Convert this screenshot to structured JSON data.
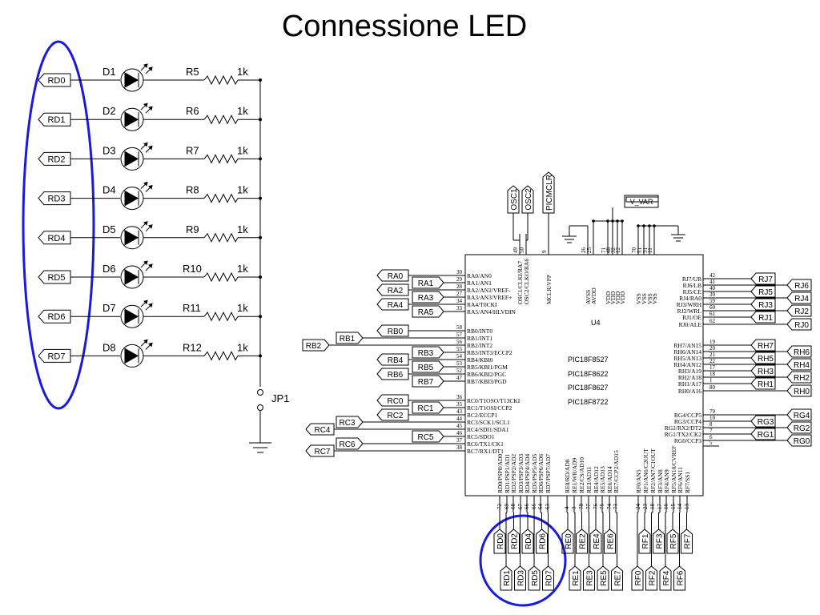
{
  "title": "Connessione LED",
  "led_rows": [
    {
      "port": "RD0",
      "diode": "D1",
      "resistor": "R5",
      "value": "1k"
    },
    {
      "port": "RD1",
      "diode": "D2",
      "resistor": "R6",
      "value": "1k"
    },
    {
      "port": "RD2",
      "diode": "D3",
      "resistor": "R7",
      "value": "1k"
    },
    {
      "port": "RD3",
      "diode": "D4",
      "resistor": "R8",
      "value": "1k"
    },
    {
      "port": "RD4",
      "diode": "D5",
      "resistor": "R9",
      "value": "1k"
    },
    {
      "port": "RD5",
      "diode": "D6",
      "resistor": "R10",
      "value": "1k"
    },
    {
      "port": "RD6",
      "diode": "D7",
      "resistor": "R11",
      "value": "1k"
    },
    {
      "port": "RD7",
      "diode": "D8",
      "resistor": "R12",
      "value": "1k"
    }
  ],
  "jumper": "JP1",
  "chip": {
    "ref": "U4",
    "parts": [
      "PIC18F8527",
      "PIC18F8622",
      "PIC18F8627",
      "PIC18F8722"
    ],
    "top_nets": [
      "OSC1",
      "OSC2",
      "PICMCLR",
      "V_VAR"
    ],
    "top_pins": [
      {
        "n": "49",
        "name": "OSC1/CLKI/RA7"
      },
      {
        "n": "50",
        "name": "OSC2/CLKO/RA6"
      },
      {
        "n": "9",
        "name": "MCLR/VPP"
      },
      {
        "n": "26",
        "name": "AVSS"
      },
      {
        "n": "25",
        "name": "AVDD"
      },
      {
        "n": "71",
        "name": "VDD"
      },
      {
        "n": "48",
        "name": "VDD"
      },
      {
        "n": "32",
        "name": "VDD"
      },
      {
        "n": "12",
        "name": "VDD"
      },
      {
        "n": "70",
        "name": "VSS"
      },
      {
        "n": "51",
        "name": "VSS"
      },
      {
        "n": "31",
        "name": "VSS"
      },
      {
        "n": "11",
        "name": "VSS"
      }
    ],
    "left_pins": [
      {
        "n": "30",
        "name": "RA0/AN0",
        "net": "RA0"
      },
      {
        "n": "29",
        "name": "RA1/AN1",
        "net": "RA1"
      },
      {
        "n": "28",
        "name": "RA2/AN2/VREF-",
        "net": "RA2"
      },
      {
        "n": "27",
        "name": "RA3/AN3/VREF+",
        "net": "RA3"
      },
      {
        "n": "34",
        "name": "RA4/T0CKI",
        "net": "RA4"
      },
      {
        "n": "33",
        "name": "RA5/AN4/HLVDIN",
        "net": "RA5"
      },
      {
        "n": "58",
        "name": "RB0/INT0",
        "net": "RB0"
      },
      {
        "n": "57",
        "name": "RB1/INT1",
        "net": "RB1"
      },
      {
        "n": "56",
        "name": "RB2/INT2",
        "net": "RB2"
      },
      {
        "n": "55",
        "name": "RB3/INT3/ECCP2",
        "net": "RB3"
      },
      {
        "n": "54",
        "name": "RB4/KBI0",
        "net": "RB4"
      },
      {
        "n": "53",
        "name": "RB5/KBI1/PGM",
        "net": "RB5"
      },
      {
        "n": "52",
        "name": "RB6/KBI2/PGC",
        "net": "RB6"
      },
      {
        "n": "47",
        "name": "RB7/KBI3/PGD",
        "net": "RB7"
      },
      {
        "n": "36",
        "name": "RC0/T1OSO/T13CKI",
        "net": "RC0"
      },
      {
        "n": "35",
        "name": "RC1/T1OSI/CCP2",
        "net": "RC1"
      },
      {
        "n": "43",
        "name": "RC2/ECCP1",
        "net": "RC2"
      },
      {
        "n": "44",
        "name": "RC3/SCK1/SCL1",
        "net": "RC3"
      },
      {
        "n": "45",
        "name": "RC4/SDI1/SDA1",
        "net": "RC4"
      },
      {
        "n": "46",
        "name": "RC5/SDO1",
        "net": "RC5"
      },
      {
        "n": "37",
        "name": "RC6/TX1/CK1",
        "net": "RC6"
      },
      {
        "n": "38",
        "name": "RC7/RX1/DT1",
        "net": "RC7"
      }
    ],
    "right_pins": [
      {
        "n": "42",
        "name": "RJ7/UB",
        "net": "RJ7"
      },
      {
        "n": "41",
        "name": "RJ6/LB",
        "net": "RJ6"
      },
      {
        "n": "40",
        "name": "RJ5/CE",
        "net": "RJ5"
      },
      {
        "n": "39",
        "name": "RJ4/BA0",
        "net": "RJ4"
      },
      {
        "n": "59",
        "name": "RJ3/WRH",
        "net": "RJ3"
      },
      {
        "n": "60",
        "name": "RJ2/WRL",
        "net": "RJ2"
      },
      {
        "n": "61",
        "name": "RJ1/OE",
        "net": "RJ1"
      },
      {
        "n": "62",
        "name": "RJ0/ALE",
        "net": "RJ0"
      },
      {
        "n": "19",
        "name": "RH7/AN15",
        "net": "RH7"
      },
      {
        "n": "20",
        "name": "RH6/AN14",
        "net": "RH6"
      },
      {
        "n": "21",
        "name": "RH5/AN13",
        "net": "RH5"
      },
      {
        "n": "22",
        "name": "RH4/AN12",
        "net": "RH4"
      },
      {
        "n": "17",
        "name": "RH3/A19",
        "net": "RH3"
      },
      {
        "n": "18",
        "name": "RH2/A18",
        "net": "RH2"
      },
      {
        "n": "1",
        "name": "RH1/A17",
        "net": "RH1"
      },
      {
        "n": "80",
        "name": "RH0/A16",
        "net": "RH0"
      },
      {
        "n": "79",
        "name": "RG4/CCP5",
        "net": "RG4"
      },
      {
        "n": "10",
        "name": "RG3/CCP4",
        "net": "RG3"
      },
      {
        "n": "8",
        "name": "RG2/RX2/DT2",
        "net": "RG2"
      },
      {
        "n": "7",
        "name": "RG1/TX2/CK2",
        "net": "RG1"
      },
      {
        "n": "6",
        "name": "RG0/CCP3",
        "net": "RG0"
      },
      {
        "n": "5",
        "name": "",
        "net": ""
      }
    ],
    "bottom_pins": [
      {
        "n": "72",
        "name": "RD0/PSP0/AD0",
        "net": "RD0"
      },
      {
        "n": "69",
        "name": "RD1/PSP1/AD1",
        "net": "RD1"
      },
      {
        "n": "68",
        "name": "RD2/PSP2/AD2",
        "net": "RD2"
      },
      {
        "n": "67",
        "name": "RD3/PSP3/AD3",
        "net": "RD3"
      },
      {
        "n": "66",
        "name": "RD4/PSP4/AD4",
        "net": "RD4"
      },
      {
        "n": "65",
        "name": "RD5/PSP5/AD5",
        "net": "RD5"
      },
      {
        "n": "64",
        "name": "RD6/PSP6/AD6",
        "net": "RD6"
      },
      {
        "n": "63",
        "name": "RD7/PSP7/AD7",
        "net": "RD7"
      },
      {
        "n": "4",
        "name": "RE0/RD/AD8",
        "net": "RE0"
      },
      {
        "n": "3",
        "name": "RE1/WR/AD9",
        "net": "RE1"
      },
      {
        "n": "78",
        "name": "RE2/CS/AD10",
        "net": "RE2"
      },
      {
        "n": "77",
        "name": "RE3/AD11",
        "net": "RE3"
      },
      {
        "n": "76",
        "name": "RE4/AD12",
        "net": "RE4"
      },
      {
        "n": "75",
        "name": "RE5/AD13",
        "net": "RE5"
      },
      {
        "n": "74",
        "name": "RE6/AD14",
        "net": "RE6"
      },
      {
        "n": "73",
        "name": "RE7/CCP2/AD15",
        "net": "RE7"
      },
      {
        "n": "24",
        "name": "RF0/AN5",
        "net": "RF0"
      },
      {
        "n": "23",
        "name": "RF1/AN6/C2OUT",
        "net": "RF1"
      },
      {
        "n": "18",
        "name": "RF2/AN7/C1OUT",
        "net": "RF2"
      },
      {
        "n": "17",
        "name": "RF3/AN8",
        "net": "RF3"
      },
      {
        "n": "16",
        "name": "RF4/AN9",
        "net": "RF4"
      },
      {
        "n": "15",
        "name": "RF5/AN10/CVREF",
        "net": "RF5"
      },
      {
        "n": "14",
        "name": "RF6/AN11",
        "net": "RF6"
      },
      {
        "n": "13",
        "name": "RF7/SS1",
        "net": "RF7"
      }
    ]
  }
}
